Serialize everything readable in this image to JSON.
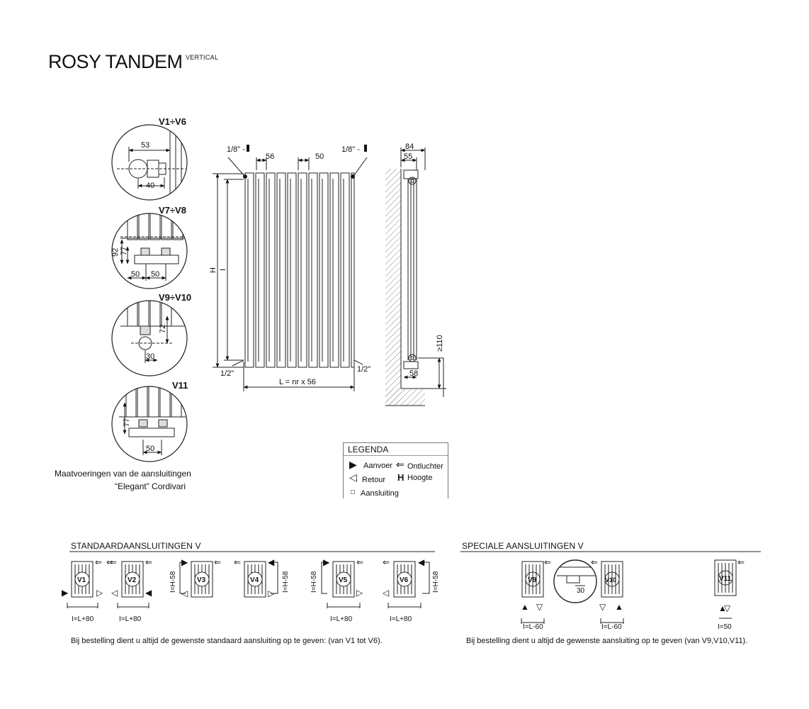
{
  "header": {
    "title": "ROSY TANDEM",
    "subtitle": "VERTICAL"
  },
  "details": {
    "d1": {
      "label": "V1÷V6",
      "dims": [
        "53",
        "40"
      ]
    },
    "d2": {
      "label": "V7÷V8",
      "dims": [
        "92",
        "77",
        "50",
        "50"
      ]
    },
    "d3": {
      "label": "V9÷V10",
      "dims": [
        "72",
        "30"
      ]
    },
    "d4": {
      "label": "V11",
      "dims": [
        "77",
        "50"
      ]
    },
    "caption_line1": "Maatvoeringen van de aansluitingen",
    "caption_line2": "“Elegant” Cordivari"
  },
  "front_view": {
    "vent_left": "1/8\" -",
    "vent_right": "1/8\" -",
    "dim_56": "56",
    "dim_50": "50",
    "H": "H",
    "I": "I",
    "pipe_left": "1/2\"",
    "pipe_right": "1/2\"",
    "width_formula": "L = nr x 56"
  },
  "side_view": {
    "dim_84": "84",
    "dim_55": "55",
    "dim_110": "≥110",
    "dim_58": "58"
  },
  "legend": {
    "title": "LEGENDA",
    "aanvoer": "Aanvoer",
    "ontluchter": "Ontluchter",
    "retour": "Retour",
    "hoogte_symbol": "H",
    "hoogte": "Hoogte",
    "aansluiting": "Aansluiting"
  },
  "standard": {
    "title": "STANDAARDAANSLUITINGEN V",
    "units": [
      "V1",
      "V2",
      "V3",
      "V4",
      "V5",
      "V6"
    ],
    "vertical_dims": [
      "I=H-58",
      "I=H-58",
      "I=H-58",
      "I=H-58"
    ],
    "bottom_dims": [
      "I=L+80",
      "I=L+80",
      "I=L+80",
      "I=L+80"
    ],
    "note": "Bij bestelling dient u altijd de gewenste standaard aansluiting op te geven: (van V1 tot V6)."
  },
  "special": {
    "title": "SPECIALE AANSLUITINGEN V",
    "units": [
      "V9",
      "V10",
      "V11"
    ],
    "detail_dim": "30",
    "bottom_dims": [
      "I=L-60",
      "I=L-60",
      "I=50"
    ],
    "note": "Bij bestelling dient u altijd de gewenste aansluiting op te geven (van V9,V10,V11)."
  }
}
